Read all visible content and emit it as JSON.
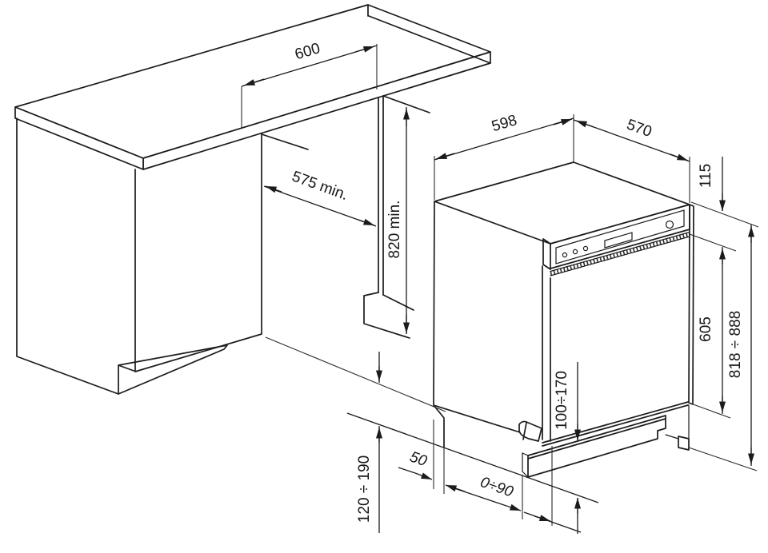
{
  "diagram": {
    "type": "appliance-installation-drawing",
    "subject": "built-under dishwasher niche and appliance dimensions (mm)",
    "colors": {
      "line": "#1b1b1b",
      "background": "#ffffff"
    }
  },
  "dims": {
    "counter_opening_width": "600",
    "niche_depth_min": "575 min.",
    "niche_height_min": "820 min.",
    "dishwasher_width": "598",
    "dishwasher_depth": "570",
    "control_panel_height": "115",
    "door_height": "605",
    "overall_height_range": "818 ÷ 888",
    "plinth_height_range": "100÷170",
    "plinth_recess_range": "0÷90",
    "base_side_inset": "50",
    "cabinet_plinth_range": "120 ÷ 190"
  }
}
